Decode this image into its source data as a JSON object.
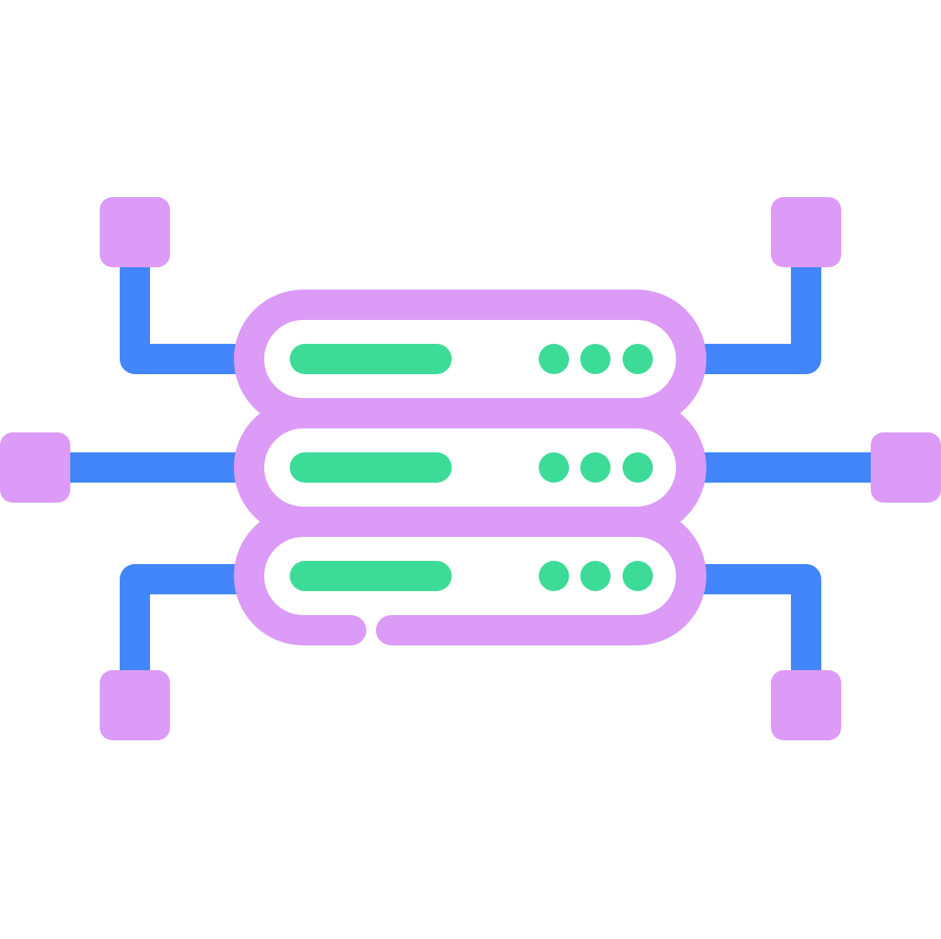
{
  "icon": {
    "name": "server-network-icon",
    "colors": {
      "node": "#DB9BF7",
      "connector": "#4386FA",
      "indicator": "#3DDB98",
      "background": "#FFFFFF"
    },
    "server_units": 3,
    "indicator_dots_per_unit": 3,
    "network_nodes": 6
  }
}
